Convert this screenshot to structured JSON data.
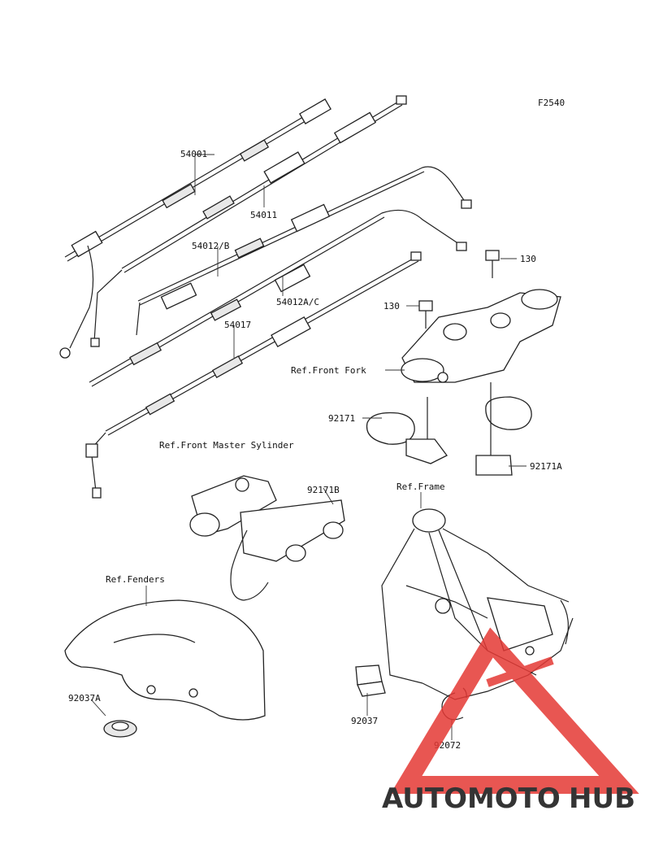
{
  "diagram": {
    "figure_code": "F2540",
    "labels": {
      "p54001": "54001",
      "p54011": "54011",
      "p54012b": "54012/B",
      "p54012ac": "54012A/C",
      "p54017": "54017",
      "p130a": "130",
      "p130b": "130",
      "ref_front_fork": "Ref.Front Fork",
      "p92171": "92171",
      "p92171a": "92171A",
      "ref_master": "Ref.Front Master Sylinder",
      "p92171b": "92171B",
      "ref_frame": "Ref.Frame",
      "ref_fenders": "Ref.Fenders",
      "p92037a": "92037A",
      "p92037": "92037",
      "p92072": "92072"
    }
  },
  "watermark": {
    "part1": "AUTOMOTO",
    "part2": "HUB",
    "color_orange": "#f5a623",
    "color_red": "#e53935",
    "color_gray": "#7a7a7a"
  }
}
